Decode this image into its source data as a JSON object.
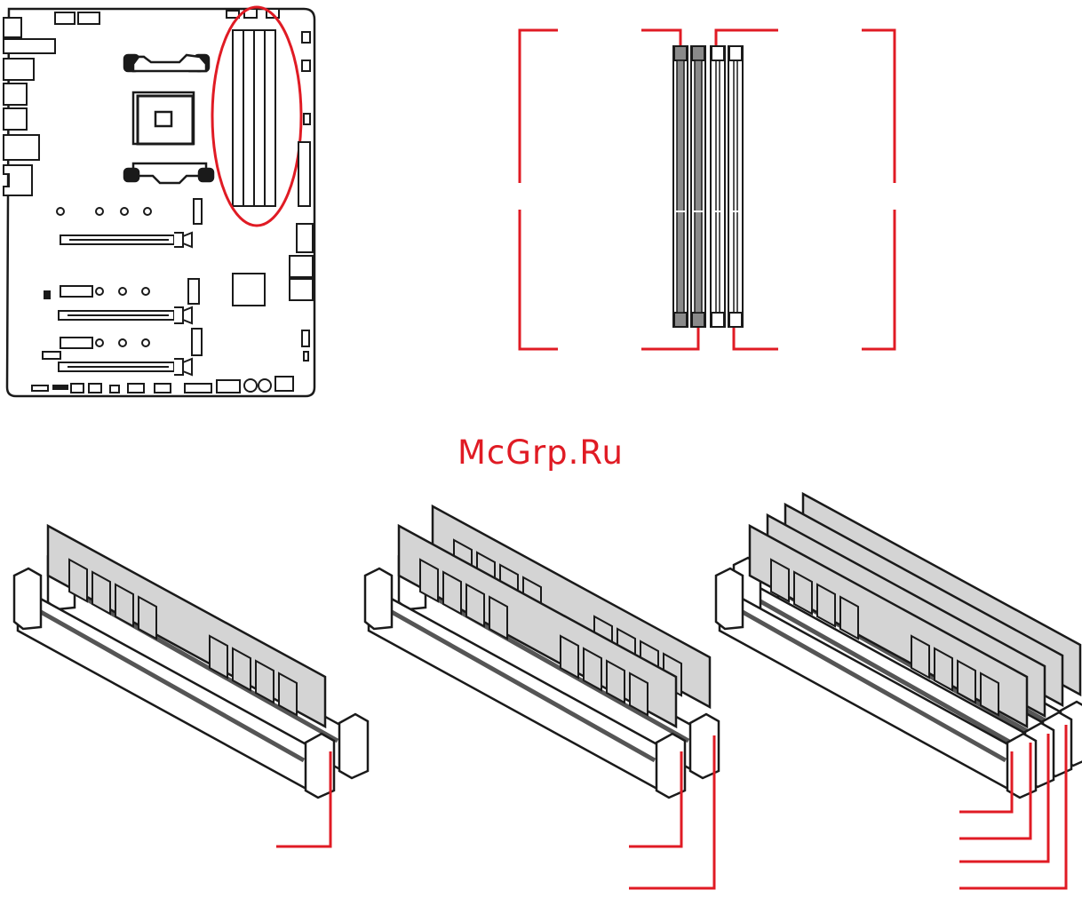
{
  "watermark": "McGrp.Ru",
  "colors": {
    "line": "#1a1a1a",
    "accent": "#e01b24",
    "module": "#d4d4d4",
    "slot_fill": "#8a8a8a",
    "background": "#ffffff"
  },
  "slot_panel": {
    "slots": [
      {
        "id": "A1",
        "fill": "#8a8a8a"
      },
      {
        "id": "A2",
        "fill": "#8a8a8a"
      },
      {
        "id": "B1",
        "fill": "#ffffff"
      },
      {
        "id": "B2",
        "fill": "#ffffff"
      }
    ]
  },
  "configurations": [
    {
      "modules": 1,
      "callouts": 1
    },
    {
      "modules": 2,
      "callouts": 2
    },
    {
      "modules": 4,
      "callouts": 4
    }
  ]
}
